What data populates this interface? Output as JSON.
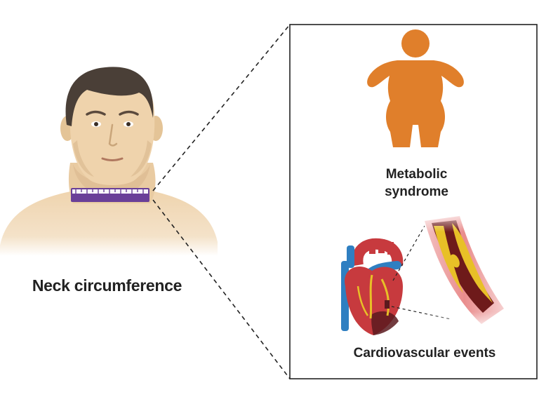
{
  "labels": {
    "neck_circumference": "Neck circumference",
    "metabolic_line1": "Metabolic",
    "metabolic_line2": "syndrome",
    "cardiovascular_events": "Cardiovascular events"
  },
  "colors": {
    "skin": "#efd5b0",
    "skin_shadow": "#dcbb91",
    "hair": "#4a3f37",
    "tape": "#6a3f98",
    "obesity_figure": "#e07f2b",
    "heart_red": "#c73a3e",
    "vessel_blue": "#2f7fc1",
    "plaque": "#e8c027",
    "frame": "#222222"
  },
  "icons": {
    "person": "person-illustration",
    "tape": "measuring-tape-icon",
    "body": "obese-body-icon",
    "heart": "heart-icon",
    "artery": "artery-plaque-icon"
  }
}
